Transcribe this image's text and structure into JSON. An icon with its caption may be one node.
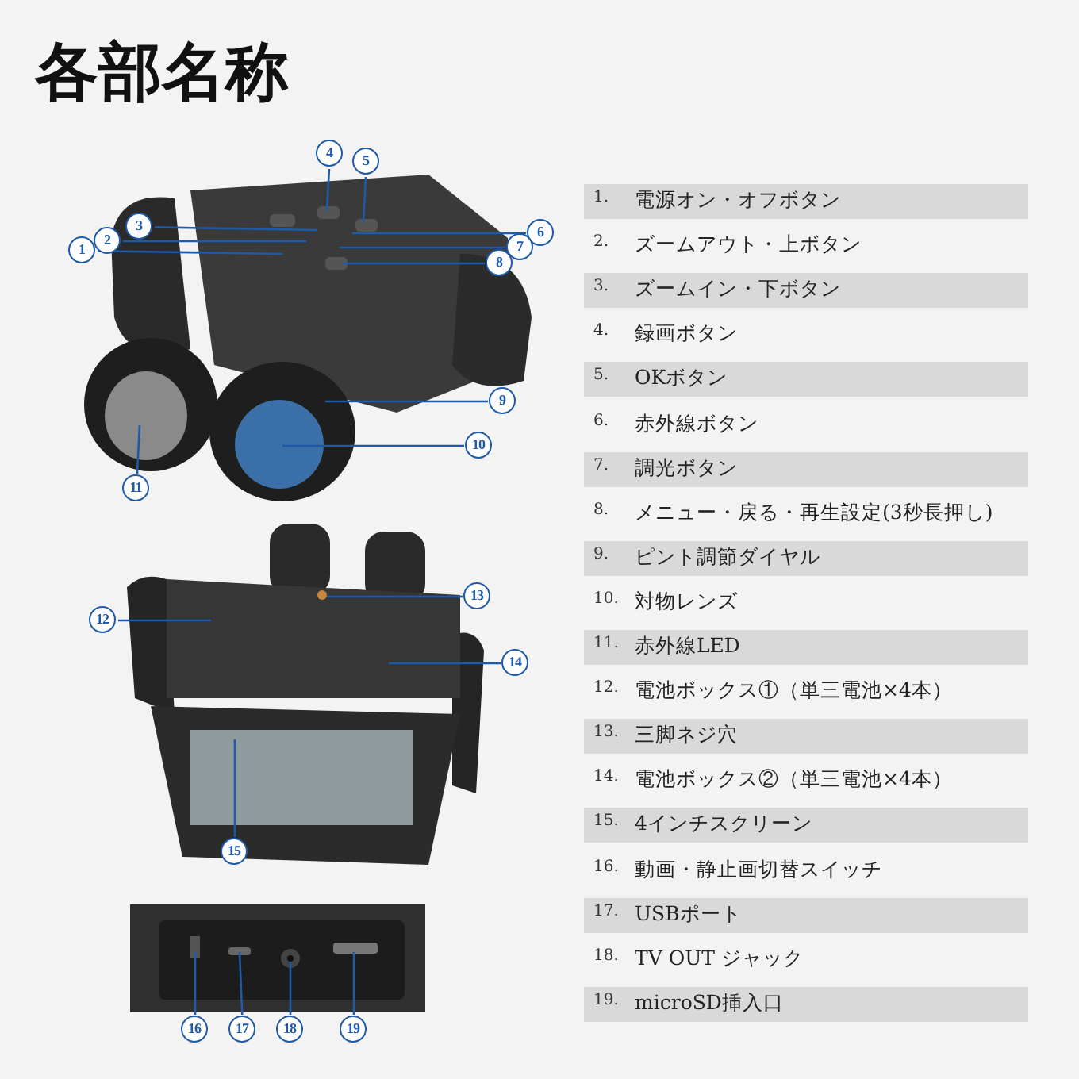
{
  "diagram": {
    "title": "各部名称",
    "nodes": [
      {
        "text": [
          "1"
        ]
      },
      {
        "text": [
          "2"
        ]
      },
      {
        "text": [
          "3"
        ]
      },
      {
        "text": [
          "4"
        ]
      },
      {
        "text": [
          "5"
        ]
      },
      {
        "text": [
          "6"
        ]
      },
      {
        "text": [
          "7"
        ]
      },
      {
        "text": [
          "8"
        ]
      },
      {
        "text": [
          "9"
        ]
      },
      {
        "text": [
          "10"
        ]
      },
      {
        "text": [
          "11"
        ]
      },
      {
        "text": [
          "12"
        ]
      },
      {
        "text": [
          "13"
        ]
      },
      {
        "text": [
          "14"
        ]
      },
      {
        "text": [
          "15"
        ]
      },
      {
        "text": [
          "16"
        ]
      },
      {
        "text": [
          "17"
        ]
      },
      {
        "text": [
          "18"
        ]
      },
      {
        "text": [
          "19"
        ]
      }
    ],
    "edges": [
      {
        "from": 0,
        "to": null,
        "arrow": "none"
      },
      {
        "from": 1,
        "to": null,
        "arrow": "none"
      },
      {
        "from": 2,
        "to": null,
        "arrow": "none"
      },
      {
        "from": 3,
        "to": null,
        "arrow": "none"
      },
      {
        "from": 4,
        "to": null,
        "arrow": "none"
      },
      {
        "from": 5,
        "to": null,
        "arrow": "none"
      },
      {
        "from": 6,
        "to": null,
        "arrow": "none"
      },
      {
        "from": 7,
        "to": null,
        "arrow": "none"
      },
      {
        "from": 8,
        "to": null,
        "arrow": "none"
      },
      {
        "from": 9,
        "to": null,
        "arrow": "none"
      },
      {
        "from": 10,
        "to": null,
        "arrow": "none"
      },
      {
        "from": 11,
        "to": null,
        "arrow": "none"
      },
      {
        "from": 12,
        "to": null,
        "arrow": "none"
      },
      {
        "from": 13,
        "to": null,
        "arrow": "none"
      },
      {
        "from": 14,
        "to": null,
        "arrow": "none"
      },
      {
        "from": 15,
        "to": null,
        "arrow": "none"
      },
      {
        "from": 16,
        "to": null,
        "arrow": "none"
      },
      {
        "from": 17,
        "to": null,
        "arrow": "none"
      },
      {
        "from": 18,
        "to": null,
        "arrow": "none"
      }
    ],
    "labels": [
      "1.",
      "電源オン・オフボタン",
      "2.",
      "ズームアウト・上ボタン",
      "3.",
      "ズームイン・下ボタン",
      "4.",
      "録画ボタン",
      "5.",
      "OKボタン",
      "6.",
      "赤外線ボタン",
      "7.",
      "調光ボタン",
      "8.",
      "メニュー・戻る・再生設定(3秒長押し)",
      "9.",
      "ピント調節ダイヤル",
      "10.",
      "対物レンズ",
      "11.",
      "赤外線LED",
      "12.",
      "電池ボックス①（単三電池×4本）",
      "13.",
      "三脚ネジ穴",
      "14.",
      "電池ボックス②（単三電池×4本）",
      "15.",
      "4インチスクリーン",
      "16.",
      "動画・静止画切替スイッチ",
      "17.",
      "USBポート",
      "18.",
      "TV OUT ジャック",
      "19.",
      "microSD挿入口"
    ]
  }
}
